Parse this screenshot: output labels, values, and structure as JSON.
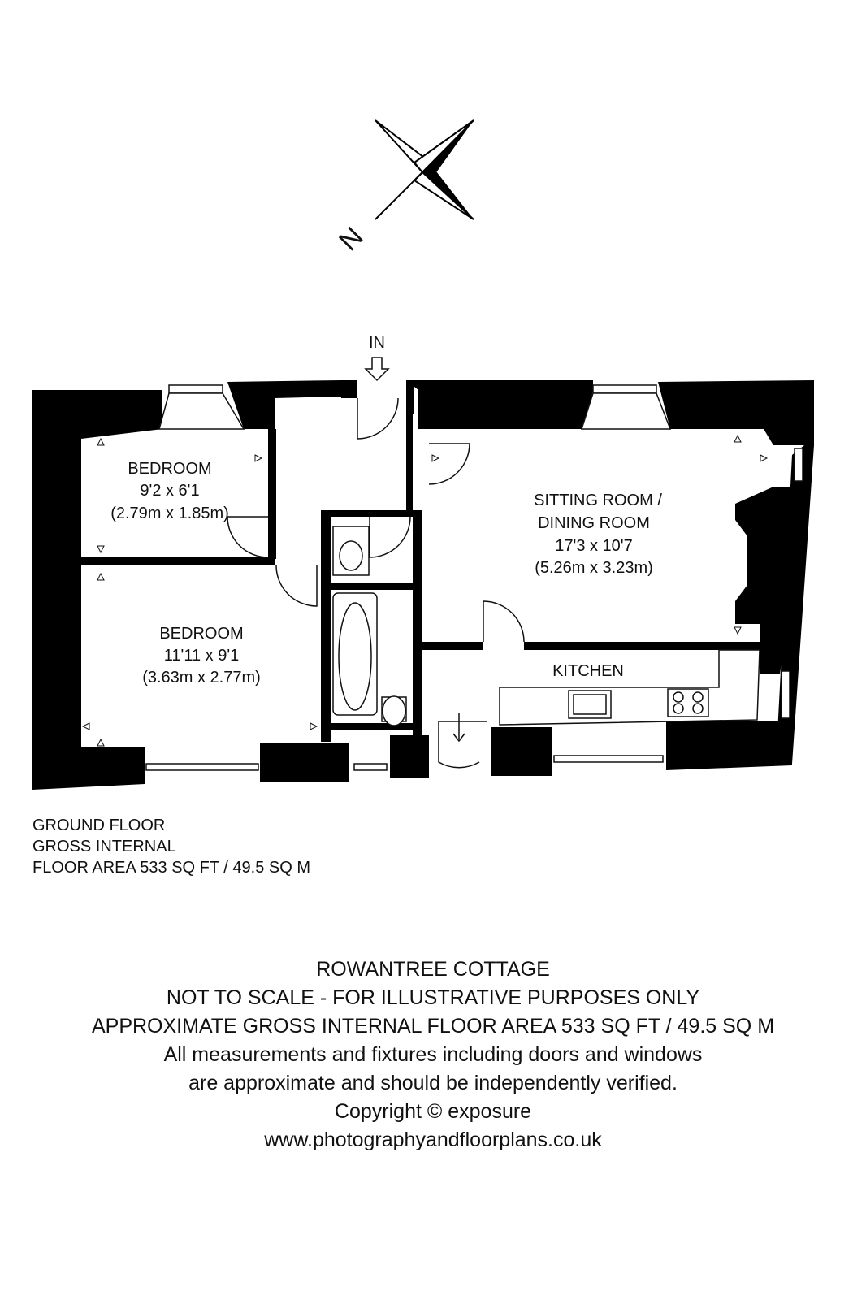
{
  "compass": {
    "label": "N",
    "icon": "north-compass-icon"
  },
  "entrance": {
    "label": "IN"
  },
  "rooms": [
    {
      "id": "bedroom-1",
      "name": "BEDROOM",
      "imperial": "9'2 x 6'1",
      "metric": "(2.79m x 1.85m)"
    },
    {
      "id": "bedroom-2",
      "name": "BEDROOM",
      "imperial": "11'11 x 9'1",
      "metric": "(3.63m x 2.77m)"
    },
    {
      "id": "sitting-room",
      "name_line1": "SITTING ROOM /",
      "name_line2": "DINING ROOM",
      "imperial": "17'3 x 10'7",
      "metric": "(5.26m x 3.23m)"
    },
    {
      "id": "kitchen",
      "name": "KITCHEN"
    }
  ],
  "floor": {
    "line1": "GROUND FLOOR",
    "line2": "GROSS INTERNAL",
    "line3": "FLOOR AREA 533 SQ FT / 49.5 SQ M"
  },
  "footer": {
    "property": "ROWANTREE COTTAGE",
    "disclaimer": "NOT TO SCALE - FOR ILLUSTRATIVE PURPOSES ONLY",
    "area": "APPROXIMATE GROSS INTERNAL FLOOR AREA 533 SQ FT / 49.5 SQ M",
    "note1": "All measurements and fixtures including doors and windows",
    "note2": "are approximate and should be independently verified.",
    "copyright": "Copyright © exposure",
    "website": "www.photographyandfloorplans.co.uk"
  },
  "colors": {
    "wall": "#000000",
    "background": "#ffffff",
    "line": "#111111"
  }
}
